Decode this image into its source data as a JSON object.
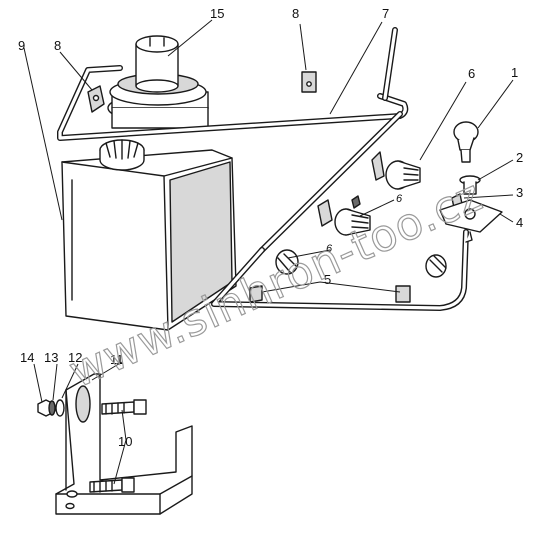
{
  "callouts": {
    "c1": "1",
    "c2": "2",
    "c3": "3",
    "c4": "4",
    "c5": "5",
    "c6a": "6",
    "c6b": "6",
    "c6c": "6",
    "c7": "7",
    "c8a": "8",
    "c8b": "8",
    "c9": "9",
    "c10": "10",
    "c11": "11",
    "c12": "12",
    "c13": "13",
    "c14": "14",
    "c15": "15"
  },
  "watermark": "www.sinhron-too.cz",
  "colors": {
    "line": "#1a1a1a",
    "shade": "#d8d8d8",
    "watermark": "#9a9a9a"
  }
}
